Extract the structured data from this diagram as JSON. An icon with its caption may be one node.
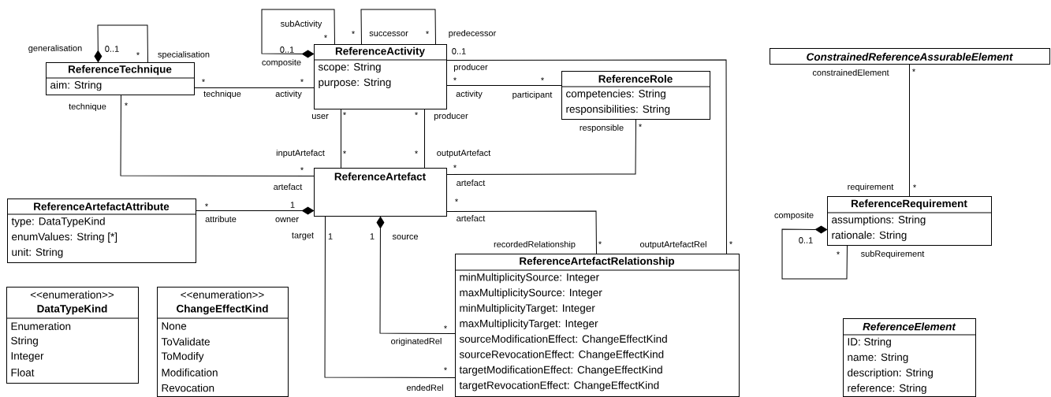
{
  "diagram": {
    "nodes": [
      {
        "text": [
          "ReferenceTechnique",
          "aim: String"
        ]
      },
      {
        "text": [
          "ReferenceActivity",
          "scope: String",
          "purpose: String"
        ]
      },
      {
        "text": [
          "ReferenceRole",
          "competencies: String",
          "responsibilities: String"
        ]
      },
      {
        "text": [
          "ConstrainedReferenceAssurableElement"
        ]
      },
      {
        "text": [
          "ReferenceArtefactAttribute",
          "type: DataTypeKind",
          "enumValues: String [*]",
          "unit: String"
        ]
      },
      {
        "text": [
          "ReferenceArtefact"
        ]
      },
      {
        "text": [
          "ReferenceRequirement",
          "assumptions: String",
          "rationale: String"
        ]
      },
      {
        "text": [
          "ReferenceArtefactRelationship",
          "minMultiplicitySource: Integer",
          "maxMultiplicitySource: Integer",
          "minMultiplicityTarget: Integer",
          "maxMultiplicityTarget: Integer",
          "sourceModificationEffect: ChangeEffectKind",
          "sourceRevocationEffect: ChangeEffectKind",
          "targetModificationEffect: ChangeEffectKind",
          "targetRevocationEffect: ChangeEffectKind"
        ]
      },
      {
        "text": [
          "<<enumeration>>",
          "DataTypeKind",
          "Enumeration",
          "String",
          "Integer",
          "Float"
        ]
      },
      {
        "text": [
          "<<enumeration>>",
          "ChangeEffectKind",
          "None",
          "ToValidate",
          "ToModify",
          "Modification",
          "Revocation"
        ]
      },
      {
        "text": [
          "ReferenceElement",
          "ID: String",
          "name: String",
          "description: String",
          "reference: String"
        ]
      }
    ],
    "edges": [
      {
        "from": 0,
        "to": 0,
        "arrow": "other"
      },
      {
        "from": 1,
        "to": 1,
        "arrow": "other"
      },
      {
        "from": 1,
        "to": 1,
        "arrow": "none"
      },
      {
        "from": 0,
        "to": 1,
        "arrow": "none"
      },
      {
        "from": 0,
        "to": 5,
        "arrow": "none"
      },
      {
        "from": 1,
        "to": 5,
        "arrow": "none"
      },
      {
        "from": 1,
        "to": 5,
        "arrow": "none"
      },
      {
        "from": 1,
        "to": 2,
        "arrow": "none"
      },
      {
        "from": 1,
        "to": 7,
        "arrow": "none"
      },
      {
        "from": 2,
        "to": 5,
        "arrow": "none"
      },
      {
        "from": 5,
        "to": 7,
        "arrow": "none"
      },
      {
        "from": 5,
        "to": 4,
        "arrow": "other"
      },
      {
        "from": 5,
        "to": 7,
        "arrow": "other"
      },
      {
        "from": 5,
        "to": 7,
        "arrow": "none"
      },
      {
        "from": 3,
        "to": 6,
        "arrow": "none"
      },
      {
        "from": 6,
        "to": 6,
        "arrow": "other"
      }
    ],
    "labels": [
      "subActivity",
      "*",
      "successor",
      "*",
      "predecessor",
      "*",
      "generalisation",
      "0..1",
      "0..1",
      "0..1",
      "*",
      "specialisation",
      "composite",
      "producer",
      "constrainedElement",
      "*",
      "*",
      "*",
      "*",
      "*",
      "technique",
      "activity",
      "activity",
      "participant",
      "technique",
      "*",
      "user",
      "*",
      "*",
      "producer",
      "responsible",
      "*",
      "inputArtefact",
      "*",
      "*",
      "outputArtefact",
      "*",
      "*",
      "artefact",
      "artefact",
      "requirement",
      "*",
      "*",
      "1",
      "*",
      "attribute",
      "owner",
      "artefact",
      "composite",
      "target",
      "1",
      "1",
      "source",
      "0..1",
      "recordedRelationship",
      "*",
      "outputArtefactRel",
      "*",
      "*",
      "subRequirement",
      "*",
      "originatedRel",
      "*",
      "endedRel"
    ]
  }
}
